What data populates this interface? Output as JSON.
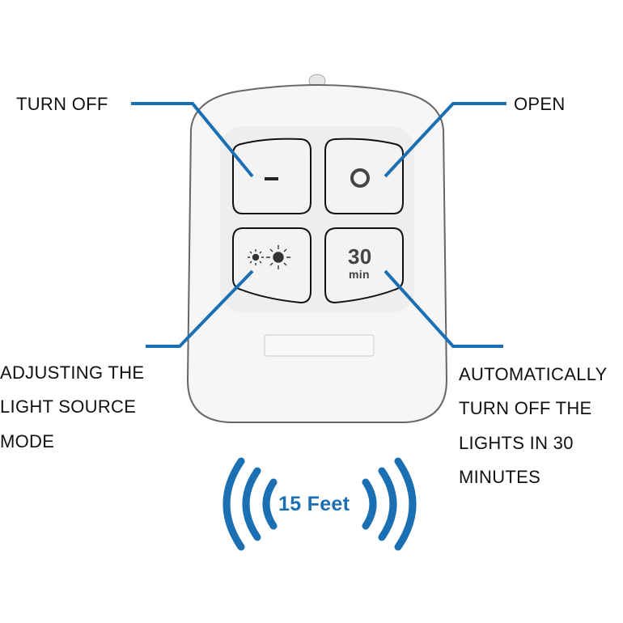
{
  "labels": {
    "turn_off": "TURN OFF",
    "open": "OPEN",
    "mode": [
      "ADJUSTING THE",
      "LIGHT SOURCE",
      "MODE"
    ],
    "timer": [
      "AUTOMATICALLY",
      "TURN OFF THE",
      "LIGHTS IN 30",
      "MINUTES"
    ]
  },
  "buttons": {
    "off_symbol": "–",
    "timer_number": "30",
    "timer_unit": "min"
  },
  "range": "15 Feet",
  "colors": {
    "accent": "#1b6fb3",
    "outline": "#222222",
    "body": "#f4f4f4"
  }
}
